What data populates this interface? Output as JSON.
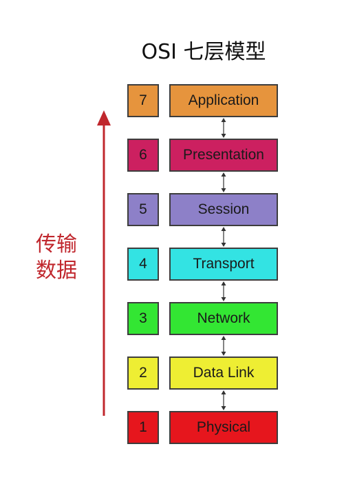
{
  "title": "OSI 七层模型",
  "side_label": {
    "line1": "传输",
    "line2": "数据"
  },
  "colors": {
    "arrow": "#c0272d",
    "border": "#3d3d3d"
  },
  "layers": [
    {
      "number": "7",
      "name": "Application",
      "color": "#e6943d"
    },
    {
      "number": "6",
      "name": "Presentation",
      "color": "#cc2060"
    },
    {
      "number": "5",
      "name": "Session",
      "color": "#8d80c8"
    },
    {
      "number": "4",
      "name": "Transport",
      "color": "#33e3e3"
    },
    {
      "number": "3",
      "name": "Network",
      "color": "#33e633"
    },
    {
      "number": "2",
      "name": "Data Link",
      "color": "#eeee33"
    },
    {
      "number": "1",
      "name": "Physical",
      "color": "#e6161d"
    }
  ]
}
